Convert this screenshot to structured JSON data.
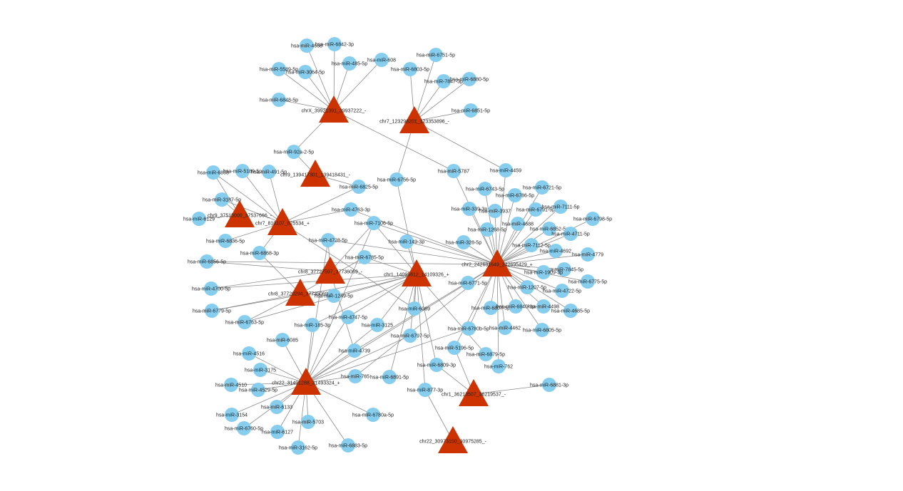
{
  "graph": {
    "mirna_color": "#87CEEE",
    "circ_color": "#CC3300",
    "edge_color": "#8C8C8C",
    "circ_nodes": [
      {
        "id": "chrX",
        "label": "chrX_39921391_39937222_-"
      },
      {
        "id": "chr7a",
        "label": "chr7_123298201_123353896_-"
      },
      {
        "id": "chr9b",
        "label": "chr9_139417301_139418431_-"
      },
      {
        "id": "chr9a",
        "label": "chr9_37515000_37537666_-"
      },
      {
        "id": "chr7b",
        "label": "chr7_810107_825534_+"
      },
      {
        "id": "chr8a",
        "label": "chr8_37727597_37736069_-"
      },
      {
        "id": "chr8b",
        "label": "chr8_37720294_37735069_-"
      },
      {
        "id": "chr1a",
        "label": "chr1_14095612_14109326_+"
      },
      {
        "id": "chr2",
        "label": "chr2_242681649_242695429_+"
      },
      {
        "id": "chr22a",
        "label": "chr22_31491288_31493324_+"
      },
      {
        "id": "chr1b",
        "label": "chr1_36213507_36219537_-"
      },
      {
        "id": "chr22b",
        "label": "chr22_30973150_30975285_-"
      }
    ],
    "mirna_nodes": [
      {
        "id": "m1",
        "label": "hsa-miR-4668"
      },
      {
        "id": "m2",
        "label": "hsa-miR-6842-3p"
      },
      {
        "id": "m3",
        "label": "hsa-miR-485-5p"
      },
      {
        "id": "m4",
        "label": "hsa-miR-608"
      },
      {
        "id": "m5",
        "label": "hsa-miR-5589-5p"
      },
      {
        "id": "m6",
        "label": "hsa-miR-3064-5p"
      },
      {
        "id": "m7",
        "label": "hsa-miR-6848-5p"
      },
      {
        "id": "m8",
        "label": "hsa-miR-6751-5p"
      },
      {
        "id": "m9",
        "label": "hsa-miR-6803-5p"
      },
      {
        "id": "m10",
        "label": "hsa-miR-7847-3p"
      },
      {
        "id": "m11",
        "label": "hsa-miR-6880-5p"
      },
      {
        "id": "m12",
        "label": "hsa-miR-6851-5p"
      },
      {
        "id": "m13",
        "label": "hsa-miR-92a-2-5p"
      },
      {
        "id": "m14",
        "label": "hsa-miR-6888"
      },
      {
        "id": "m15",
        "label": "hsa-miR-5189-5p"
      },
      {
        "id": "m16",
        "label": "hsa-miR-491-5p"
      },
      {
        "id": "m17",
        "label": "hsa-miR-5787"
      },
      {
        "id": "m18",
        "label": "hsa-miR-4459"
      },
      {
        "id": "m19",
        "label": "hsa-miR-6756-5p"
      },
      {
        "id": "m20",
        "label": "hsa-miR-6825-5p"
      },
      {
        "id": "m21",
        "label": "hsa-miR-3187-5p"
      },
      {
        "id": "m22",
        "label": "hsa-miR-6129"
      },
      {
        "id": "m23",
        "label": "hsa-miR-4763-3p"
      },
      {
        "id": "m24",
        "label": "hsa-miR-6836-5p"
      },
      {
        "id": "m25",
        "label": "hsa-miR-7106-5p"
      },
      {
        "id": "m26",
        "label": "hsa-miR-4728-5p"
      },
      {
        "id": "m27",
        "label": "hsa-miR-6868-3p"
      },
      {
        "id": "m28",
        "label": "hsa-miR-149-3p"
      },
      {
        "id": "m29",
        "label": "hsa-miR-6785-5p"
      },
      {
        "id": "m30",
        "label": "hsa-miR-6856-5p"
      },
      {
        "id": "m31",
        "label": "hsa-miR-4700-5p"
      },
      {
        "id": "m32",
        "label": "hsa-miR-1249-5p"
      },
      {
        "id": "m33",
        "label": "hsa-miR-6779-5p"
      },
      {
        "id": "m34",
        "label": "hsa-miR-6763-5p"
      },
      {
        "id": "m35",
        "label": "hsa-miR-4747-5p"
      },
      {
        "id": "m36",
        "label": "hsa-miR-185-3p"
      },
      {
        "id": "m37",
        "label": "hsa-miR-6089"
      },
      {
        "id": "m38",
        "label": "hsa-miR-3125"
      },
      {
        "id": "m39",
        "label": "hsa-miR-6085"
      },
      {
        "id": "m40",
        "label": "hsa-miR-6797-5p"
      },
      {
        "id": "m41",
        "label": "hsa-miR-4739"
      },
      {
        "id": "m42",
        "label": "hsa-miR-4516"
      },
      {
        "id": "m43",
        "label": "hsa-miR-3175"
      },
      {
        "id": "m44",
        "label": "hsa-miR-765"
      },
      {
        "id": "m45",
        "label": "hsa-miR-6891-5p"
      },
      {
        "id": "m46",
        "label": "hsa-miR-4510"
      },
      {
        "id": "m47",
        "label": "hsa-miR-4529-5p"
      },
      {
        "id": "m48",
        "label": "hsa-miR-3154"
      },
      {
        "id": "m49",
        "label": "hsa-miR-6133"
      },
      {
        "id": "m50",
        "label": "hsa-miR-5703"
      },
      {
        "id": "m51",
        "label": "hsa-miR-6780a-5p"
      },
      {
        "id": "m52",
        "label": "hsa-miR-6760-5p"
      },
      {
        "id": "m53",
        "label": "hsa-miR-6127"
      },
      {
        "id": "m54",
        "label": "hsa-miR-3162-5p"
      },
      {
        "id": "m55",
        "label": "hsa-miR-6883-5p"
      },
      {
        "id": "m56",
        "label": "hsa-miR-6743-5p"
      },
      {
        "id": "m57",
        "label": "hsa-miR-6786-5p"
      },
      {
        "id": "m58",
        "label": "hsa-miR-6721-5p"
      },
      {
        "id": "m59",
        "label": "hsa-miR-339-3p"
      },
      {
        "id": "m60",
        "label": "hsa-miR-3937"
      },
      {
        "id": "m61",
        "label": "hsa-miR-6791-5p"
      },
      {
        "id": "m62",
        "label": "hsa-miR-7111-5p"
      },
      {
        "id": "m63",
        "label": "hsa-miR-6798-5p"
      },
      {
        "id": "m64",
        "label": "hsa-miR-4688"
      },
      {
        "id": "m65",
        "label": "hsa-miR-6852-5p"
      },
      {
        "id": "m66",
        "label": "hsa-miR-4711-5p"
      },
      {
        "id": "m67",
        "label": "hsa-miR-1268-5p"
      },
      {
        "id": "m68",
        "label": "hsa-miR-328-5p"
      },
      {
        "id": "m69",
        "label": "hsa-miR-7112-5p"
      },
      {
        "id": "m70",
        "label": "hsa-miR-4692"
      },
      {
        "id": "m71",
        "label": "hsa-miR-4779"
      },
      {
        "id": "m72",
        "label": "hsa-miR-7845-5p"
      },
      {
        "id": "m73",
        "label": "hsa-miR-1909-3p"
      },
      {
        "id": "m74",
        "label": "hsa-miR-6775-5p"
      },
      {
        "id": "m75",
        "label": "hsa-miR-6771-5p"
      },
      {
        "id": "m76",
        "label": "hsa-miR-1207-5p"
      },
      {
        "id": "m77",
        "label": "hsa-miR-4722-5p"
      },
      {
        "id": "m78",
        "label": "hsa-miR-6807-5p"
      },
      {
        "id": "m79",
        "label": "hsa-miR-6840-3p"
      },
      {
        "id": "m80",
        "label": "hsa-miR-4498"
      },
      {
        "id": "m81",
        "label": "hsa-miR-4685-5p"
      },
      {
        "id": "m82",
        "label": "hsa-miR-4462"
      },
      {
        "id": "m83",
        "label": "hsa-miR-6805-5p"
      },
      {
        "id": "m84",
        "label": "hsa-miR-6780b-5p"
      },
      {
        "id": "m85",
        "label": "hsa-miR-5196-5p"
      },
      {
        "id": "m86",
        "label": "hsa-miR-6879-5p"
      },
      {
        "id": "m87",
        "label": "hsa-miR-762"
      },
      {
        "id": "m88",
        "label": "hsa-miR-6809-3p"
      },
      {
        "id": "m89",
        "label": "hsa-miR-6881-3p"
      },
      {
        "id": "m90",
        "label": "hsa-miR-877-3p"
      }
    ],
    "edges": [
      [
        "chrX",
        "m1"
      ],
      [
        "chrX",
        "m2"
      ],
      [
        "chrX",
        "m3"
      ],
      [
        "chrX",
        "m4"
      ],
      [
        "chrX",
        "m5"
      ],
      [
        "chrX",
        "m6"
      ],
      [
        "chrX",
        "m7"
      ],
      [
        "chrX",
        "m13"
      ],
      [
        "chrX",
        "m17"
      ],
      [
        "chr7a",
        "m8"
      ],
      [
        "chr7a",
        "m9"
      ],
      [
        "chr7a",
        "m10"
      ],
      [
        "chr7a",
        "m11"
      ],
      [
        "chr7a",
        "m12"
      ],
      [
        "chr7a",
        "m19"
      ],
      [
        "chr7a",
        "m18"
      ],
      [
        "chr9b",
        "m13"
      ],
      [
        "chr9b",
        "m20"
      ],
      [
        "chr9a",
        "m21"
      ],
      [
        "chr9a",
        "m22"
      ],
      [
        "chr9a",
        "m14"
      ],
      [
        "chr7b",
        "m14"
      ],
      [
        "chr7b",
        "m15"
      ],
      [
        "chr7b",
        "m16"
      ],
      [
        "chr7b",
        "m21"
      ],
      [
        "chr7b",
        "m24"
      ],
      [
        "chr7b",
        "m23"
      ],
      [
        "chr7b",
        "m20"
      ],
      [
        "chr7b",
        "m27"
      ],
      [
        "chr7b",
        "m37"
      ],
      [
        "chr8a",
        "m26"
      ],
      [
        "chr8a",
        "m25"
      ],
      [
        "chr8a",
        "m30"
      ],
      [
        "chr8a",
        "m31"
      ],
      [
        "chr8a",
        "m41"
      ],
      [
        "chr8b",
        "m27"
      ],
      [
        "chr8b",
        "m33"
      ],
      [
        "chr8b",
        "m34"
      ],
      [
        "chr8b",
        "m29"
      ],
      [
        "chr8b",
        "m32"
      ],
      [
        "chr1a",
        "m19"
      ],
      [
        "chr1a",
        "m25"
      ],
      [
        "chr1a",
        "m28"
      ],
      [
        "chr1a",
        "m29"
      ],
      [
        "chr1a",
        "m32"
      ],
      [
        "chr1a",
        "m33"
      ],
      [
        "chr1a",
        "m35"
      ],
      [
        "chr1a",
        "m36"
      ],
      [
        "chr1a",
        "m37"
      ],
      [
        "chr1a",
        "m38"
      ],
      [
        "chr1a",
        "m40"
      ],
      [
        "chr1a",
        "m45"
      ],
      [
        "chr1a",
        "m86"
      ],
      [
        "chr1a",
        "m88"
      ],
      [
        "chr1a",
        "m90"
      ],
      [
        "chr1a",
        "m31"
      ],
      [
        "chr1a",
        "m34"
      ],
      [
        "chr2",
        "m17"
      ],
      [
        "chr2",
        "m18"
      ],
      [
        "chr2",
        "m56"
      ],
      [
        "chr2",
        "m57"
      ],
      [
        "chr2",
        "m58"
      ],
      [
        "chr2",
        "m59"
      ],
      [
        "chr2",
        "m60"
      ],
      [
        "chr2",
        "m61"
      ],
      [
        "chr2",
        "m62"
      ],
      [
        "chr2",
        "m63"
      ],
      [
        "chr2",
        "m64"
      ],
      [
        "chr2",
        "m65"
      ],
      [
        "chr2",
        "m66"
      ],
      [
        "chr2",
        "m67"
      ],
      [
        "chr2",
        "m68"
      ],
      [
        "chr2",
        "m69"
      ],
      [
        "chr2",
        "m70"
      ],
      [
        "chr2",
        "m71"
      ],
      [
        "chr2",
        "m72"
      ],
      [
        "chr2",
        "m73"
      ],
      [
        "chr2",
        "m74"
      ],
      [
        "chr2",
        "m75"
      ],
      [
        "chr2",
        "m76"
      ],
      [
        "chr2",
        "m77"
      ],
      [
        "chr2",
        "m78"
      ],
      [
        "chr2",
        "m79"
      ],
      [
        "chr2",
        "m80"
      ],
      [
        "chr2",
        "m81"
      ],
      [
        "chr2",
        "m82"
      ],
      [
        "chr2",
        "m83"
      ],
      [
        "chr2",
        "m84"
      ],
      [
        "chr2",
        "m85"
      ],
      [
        "chr2",
        "m87"
      ],
      [
        "chr2",
        "m25"
      ],
      [
        "chr2",
        "m26"
      ],
      [
        "chr2",
        "m28"
      ],
      [
        "chr2",
        "m23"
      ],
      [
        "chr2",
        "m30"
      ],
      [
        "chr2",
        "m41"
      ],
      [
        "chr2",
        "m44"
      ],
      [
        "chr22a",
        "m39"
      ],
      [
        "chr22a",
        "m41"
      ],
      [
        "chr22a",
        "m42"
      ],
      [
        "chr22a",
        "m43"
      ],
      [
        "chr22a",
        "m44"
      ],
      [
        "chr22a",
        "m46"
      ],
      [
        "chr22a",
        "m47"
      ],
      [
        "chr22a",
        "m48"
      ],
      [
        "chr22a",
        "m49"
      ],
      [
        "chr22a",
        "m50"
      ],
      [
        "chr22a",
        "m51"
      ],
      [
        "chr22a",
        "m52"
      ],
      [
        "chr22a",
        "m53"
      ],
      [
        "chr22a",
        "m54"
      ],
      [
        "chr22a",
        "m55"
      ],
      [
        "chr22a",
        "m35"
      ],
      [
        "chr22a",
        "m36"
      ],
      [
        "chr22a",
        "m38"
      ],
      [
        "chr22a",
        "m40"
      ],
      [
        "chr22a",
        "m25"
      ],
      [
        "chr22a",
        "m26"
      ],
      [
        "chr22a",
        "m84"
      ],
      [
        "chr22a",
        "m75"
      ],
      [
        "chr1b",
        "m89"
      ],
      [
        "chr1b",
        "m88"
      ],
      [
        "chr1b",
        "m85"
      ],
      [
        "chr22b",
        "m90"
      ]
    ]
  }
}
